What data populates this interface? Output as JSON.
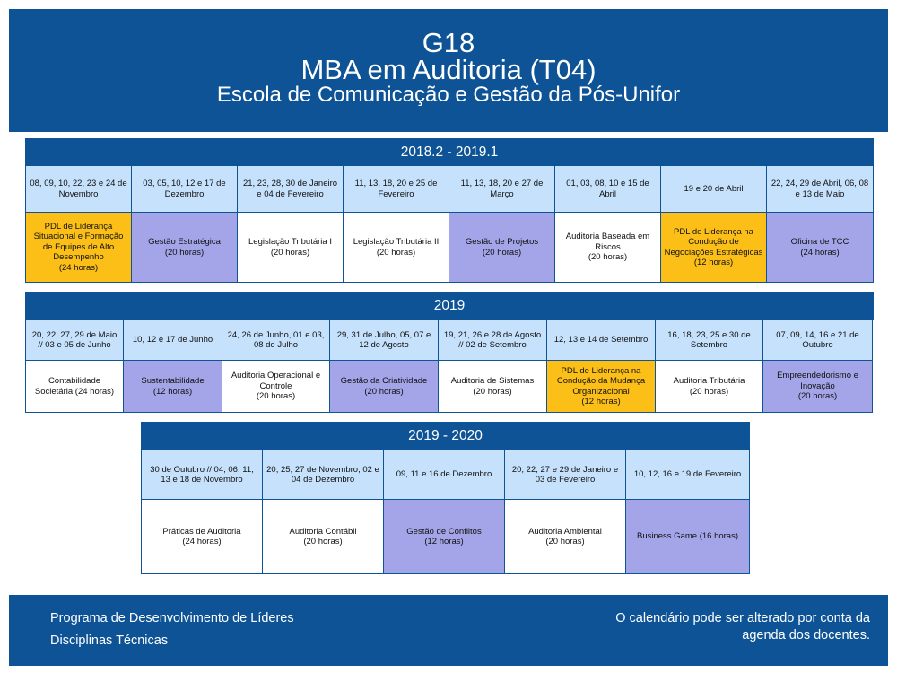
{
  "header": {
    "code": "G18",
    "title": "MBA em Auditoria (T04)",
    "subtitle": "Escola de Comunicação e Gestão da Pós-Unifor"
  },
  "blocks": [
    {
      "period": "2018.2 -  2019.1",
      "items": [
        {
          "dates": "08, 09, 10, 22, 23 e 24 de Novembro",
          "course": "PDL de Liderança Situacional e Formação de Equipes de Alto Desempenho\n(24 horas)",
          "color": "#fbbf18"
        },
        {
          "dates": "03, 05, 10, 12 e 17 de Dezembro",
          "course": "Gestão Estratégica\n(20 horas)",
          "color": "#a3a5e8"
        },
        {
          "dates": "21, 23, 28, 30 de Janeiro e 04 de Fevereiro",
          "course": "Legislação Tributária I\n(20 horas)",
          "color": "#ffffff"
        },
        {
          "dates": "11, 13, 18, 20 e 25 de Fevereiro",
          "course": "Legislação Tributária II\n(20 horas)",
          "color": "#ffffff"
        },
        {
          "dates": "11, 13, 18, 20 e 27 de Março",
          "course": "Gestão de Projetos\n(20 horas)",
          "color": "#a3a5e8"
        },
        {
          "dates": "01, 03, 08, 10 e 15 de Abril",
          "course": "Auditoria Baseada em Riscos\n(20 horas)",
          "color": "#ffffff"
        },
        {
          "dates": "19 e 20 de Abril",
          "course": "PDL de Liderança na Condução de Negociações Estratégicas\n(12 horas)",
          "color": "#fbbf18"
        },
        {
          "dates": "22, 24, 29 de Abril, 06, 08 e 13 de Maio",
          "course": "Oficina de TCC\n(24 horas)",
          "color": "#a3a5e8"
        }
      ]
    },
    {
      "period": "2019",
      "items": [
        {
          "dates": "20, 22, 27, 29 de Maio // 03 e 05 de Junho",
          "course": "Contabilidade Societária (24 horas)",
          "color": "#ffffff"
        },
        {
          "dates": "10, 12 e 17 de Junho",
          "course": "Sustentabilidade\n(12 horas)",
          "color": "#a3a5e8"
        },
        {
          "dates": "24, 26 de Junho, 01 e 03, 08 de Julho",
          "course": "Auditoria Operacional e Controle\n(20 horas)",
          "color": "#ffffff"
        },
        {
          "dates": "29, 31 de Julho, 05, 07 e 12 de Agosto",
          "course": "Gestão da Criatividade\n(20 horas)",
          "color": "#a3a5e8"
        },
        {
          "dates": "19, 21, 26 e 28 de Agosto // 02 de Setembro",
          "course": "Auditoria de Sistemas\n(20 horas)",
          "color": "#ffffff"
        },
        {
          "dates": "12, 13 e 14 de Setembro",
          "course": "PDL de Liderança na Condução da Mudança Organizacional\n(12 horas)",
          "color": "#fbbf18"
        },
        {
          "dates": "16, 18, 23, 25 e 30 de Setembro",
          "course": "Auditoria Tributária\n(20 horas)",
          "color": "#ffffff"
        },
        {
          "dates": "07, 09, 14, 16 e 21 de Outubro",
          "course": "Empreendedorismo e Inovação\n(20 horas)",
          "color": "#a3a5e8"
        }
      ]
    },
    {
      "period": "2019 - 2020",
      "items": [
        {
          "dates": "30 de Outubro // 04, 06, 11, 13 e 18 de Novembro",
          "course": "Práticas de Auditoria\n(24 horas)",
          "color": "#ffffff"
        },
        {
          "dates": "20, 25, 27 de Novembro, 02 e 04 de Dezembro",
          "course": "Auditoria Contábil\n(20 horas)",
          "color": "#ffffff"
        },
        {
          "dates": "09, 11 e 16 de Dezembro",
          "course": "Gestão de Conflitos\n(12 horas)",
          "color": "#a3a5e8"
        },
        {
          "dates": "20, 22, 27 e 29 de Janeiro e 03 de Fevereiro",
          "course": "Auditoria Ambiental\n(20 horas)",
          "color": "#ffffff"
        },
        {
          "dates": "10, 12, 16 e 19 de Fevereiro",
          "course": "Business Game (16 horas)",
          "color": "#a3a5e8"
        }
      ]
    }
  ],
  "footer": {
    "program": "Programa de Desenvolvimento de Líderes",
    "technical": "Disciplinas Técnicas",
    "note": "O calendário pode ser alterado por conta da agenda dos docentes."
  }
}
